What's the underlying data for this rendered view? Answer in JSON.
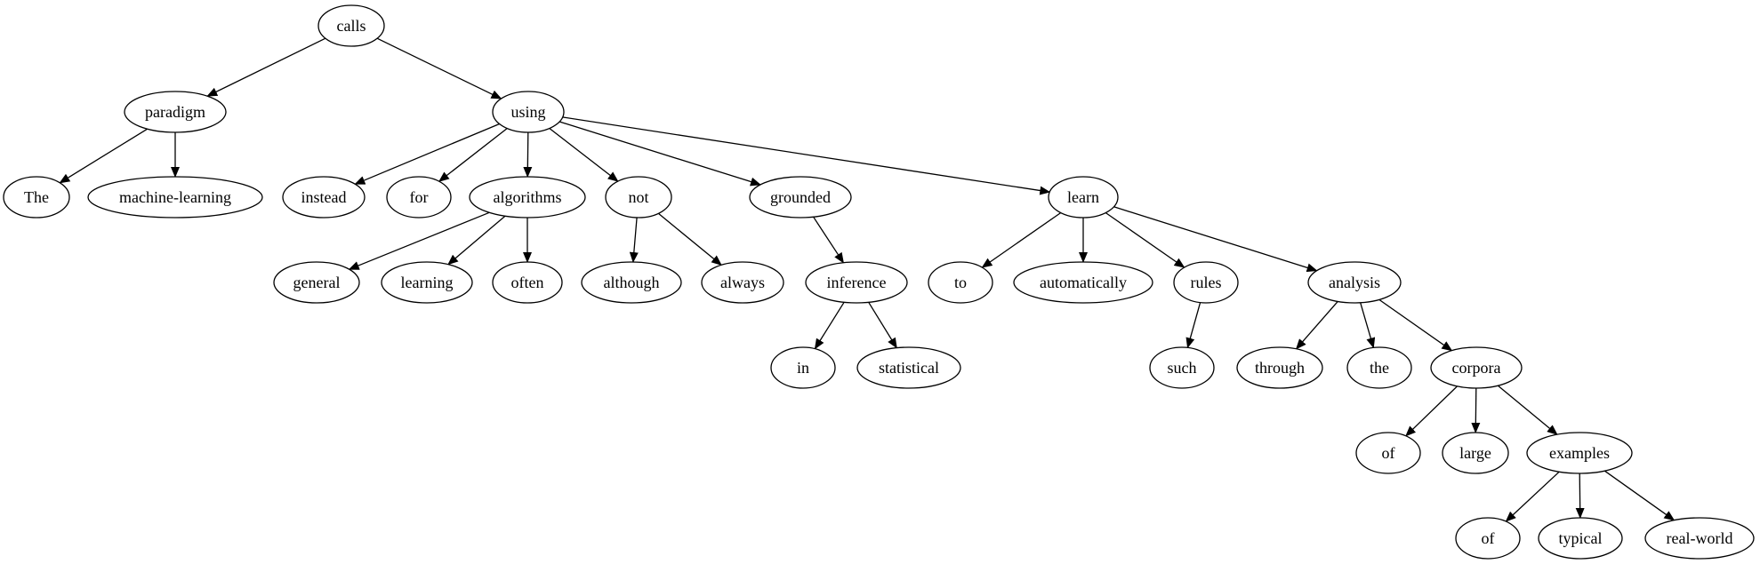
{
  "tree": {
    "nodes": [
      {
        "id": "calls",
        "label": "calls"
      },
      {
        "id": "paradigm",
        "label": "paradigm"
      },
      {
        "id": "using",
        "label": "using"
      },
      {
        "id": "The",
        "label": "The"
      },
      {
        "id": "machine-learning",
        "label": "machine-learning"
      },
      {
        "id": "instead",
        "label": "instead"
      },
      {
        "id": "for",
        "label": "for"
      },
      {
        "id": "algorithms",
        "label": "algorithms"
      },
      {
        "id": "not",
        "label": "not"
      },
      {
        "id": "grounded",
        "label": "grounded"
      },
      {
        "id": "learn",
        "label": "learn"
      },
      {
        "id": "general",
        "label": "general"
      },
      {
        "id": "learning",
        "label": "learning"
      },
      {
        "id": "often",
        "label": "often"
      },
      {
        "id": "although",
        "label": "although"
      },
      {
        "id": "always",
        "label": "always"
      },
      {
        "id": "inference",
        "label": "inference"
      },
      {
        "id": "to",
        "label": "to"
      },
      {
        "id": "automatically",
        "label": "automatically"
      },
      {
        "id": "rules",
        "label": "rules"
      },
      {
        "id": "analysis",
        "label": "analysis"
      },
      {
        "id": "in",
        "label": "in"
      },
      {
        "id": "statistical",
        "label": "statistical"
      },
      {
        "id": "such",
        "label": "such"
      },
      {
        "id": "through",
        "label": "through"
      },
      {
        "id": "the",
        "label": "the"
      },
      {
        "id": "corpora",
        "label": "corpora"
      },
      {
        "id": "of1",
        "label": "of"
      },
      {
        "id": "large",
        "label": "large"
      },
      {
        "id": "examples",
        "label": "examples"
      },
      {
        "id": "of2",
        "label": "of"
      },
      {
        "id": "typical",
        "label": "typical"
      },
      {
        "id": "real-world",
        "label": "real-world"
      }
    ],
    "edges": [
      [
        "calls",
        "paradigm"
      ],
      [
        "calls",
        "using"
      ],
      [
        "paradigm",
        "The"
      ],
      [
        "paradigm",
        "machine-learning"
      ],
      [
        "using",
        "instead"
      ],
      [
        "using",
        "for"
      ],
      [
        "using",
        "algorithms"
      ],
      [
        "using",
        "not"
      ],
      [
        "using",
        "grounded"
      ],
      [
        "using",
        "learn"
      ],
      [
        "algorithms",
        "general"
      ],
      [
        "algorithms",
        "learning"
      ],
      [
        "algorithms",
        "often"
      ],
      [
        "not",
        "although"
      ],
      [
        "not",
        "always"
      ],
      [
        "grounded",
        "inference"
      ],
      [
        "inference",
        "in"
      ],
      [
        "inference",
        "statistical"
      ],
      [
        "learn",
        "to"
      ],
      [
        "learn",
        "automatically"
      ],
      [
        "learn",
        "rules"
      ],
      [
        "learn",
        "analysis"
      ],
      [
        "rules",
        "such"
      ],
      [
        "analysis",
        "through"
      ],
      [
        "analysis",
        "the"
      ],
      [
        "analysis",
        "corpora"
      ],
      [
        "corpora",
        "of1"
      ],
      [
        "corpora",
        "large"
      ],
      [
        "corpora",
        "examples"
      ],
      [
        "examples",
        "of2"
      ],
      [
        "examples",
        "typical"
      ],
      [
        "examples",
        "real-world"
      ]
    ]
  }
}
